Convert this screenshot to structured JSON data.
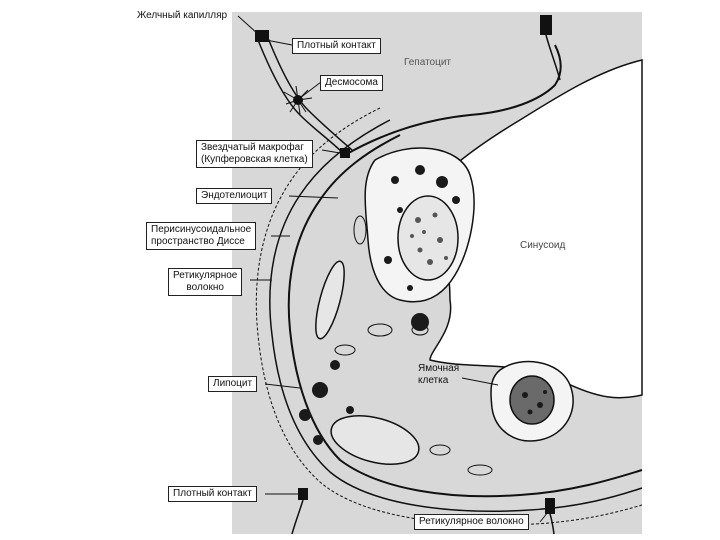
{
  "colors": {
    "background": "#ffffff",
    "panel": "#d8d8d8",
    "ink": "#111111",
    "cytoplasm": "#f4f4f4",
    "nucleus_fill": "#e6e6e6",
    "dark_organelle": "#1a1a1a"
  },
  "labels": {
    "bile_capillary": "Желчный капилляр",
    "tight_junction_top": "Плотный контакт",
    "hepatocyte": "Гепатоцит",
    "desmosome": "Десмосома",
    "stellate_macrophage": "Звездчатый макрофаг\n(Купферовская клетка)",
    "endotheliocyte": "Эндотелиоцит",
    "disse_space": "Перисинусоидальное\nпространство Диссе",
    "reticular_fiber_left": "Ретикулярное\nволокно",
    "sinusoid": "Синусоид",
    "pit_cell": "Ямочная\nклетка",
    "lipocyte": "Липоцит",
    "tight_junction_bottom": "Плотный контакт",
    "reticular_fiber_bottom": "Ретикулярное волокно"
  }
}
